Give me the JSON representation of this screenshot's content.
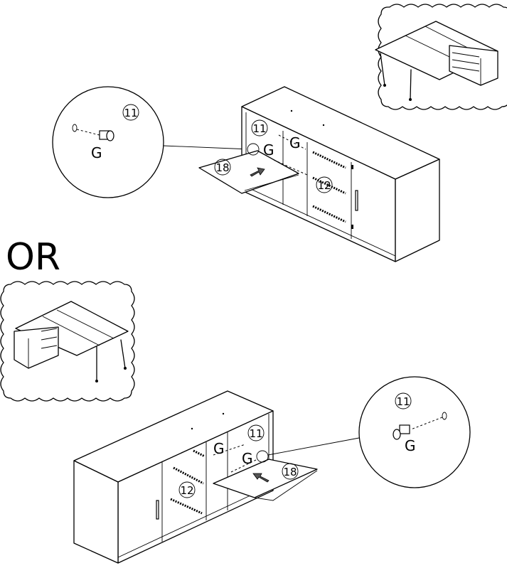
{
  "or_text": "OR",
  "part_labels": {
    "handle_label": "11",
    "rail_label": "12",
    "shelf_label": "18",
    "fitting_label": "G"
  }
}
